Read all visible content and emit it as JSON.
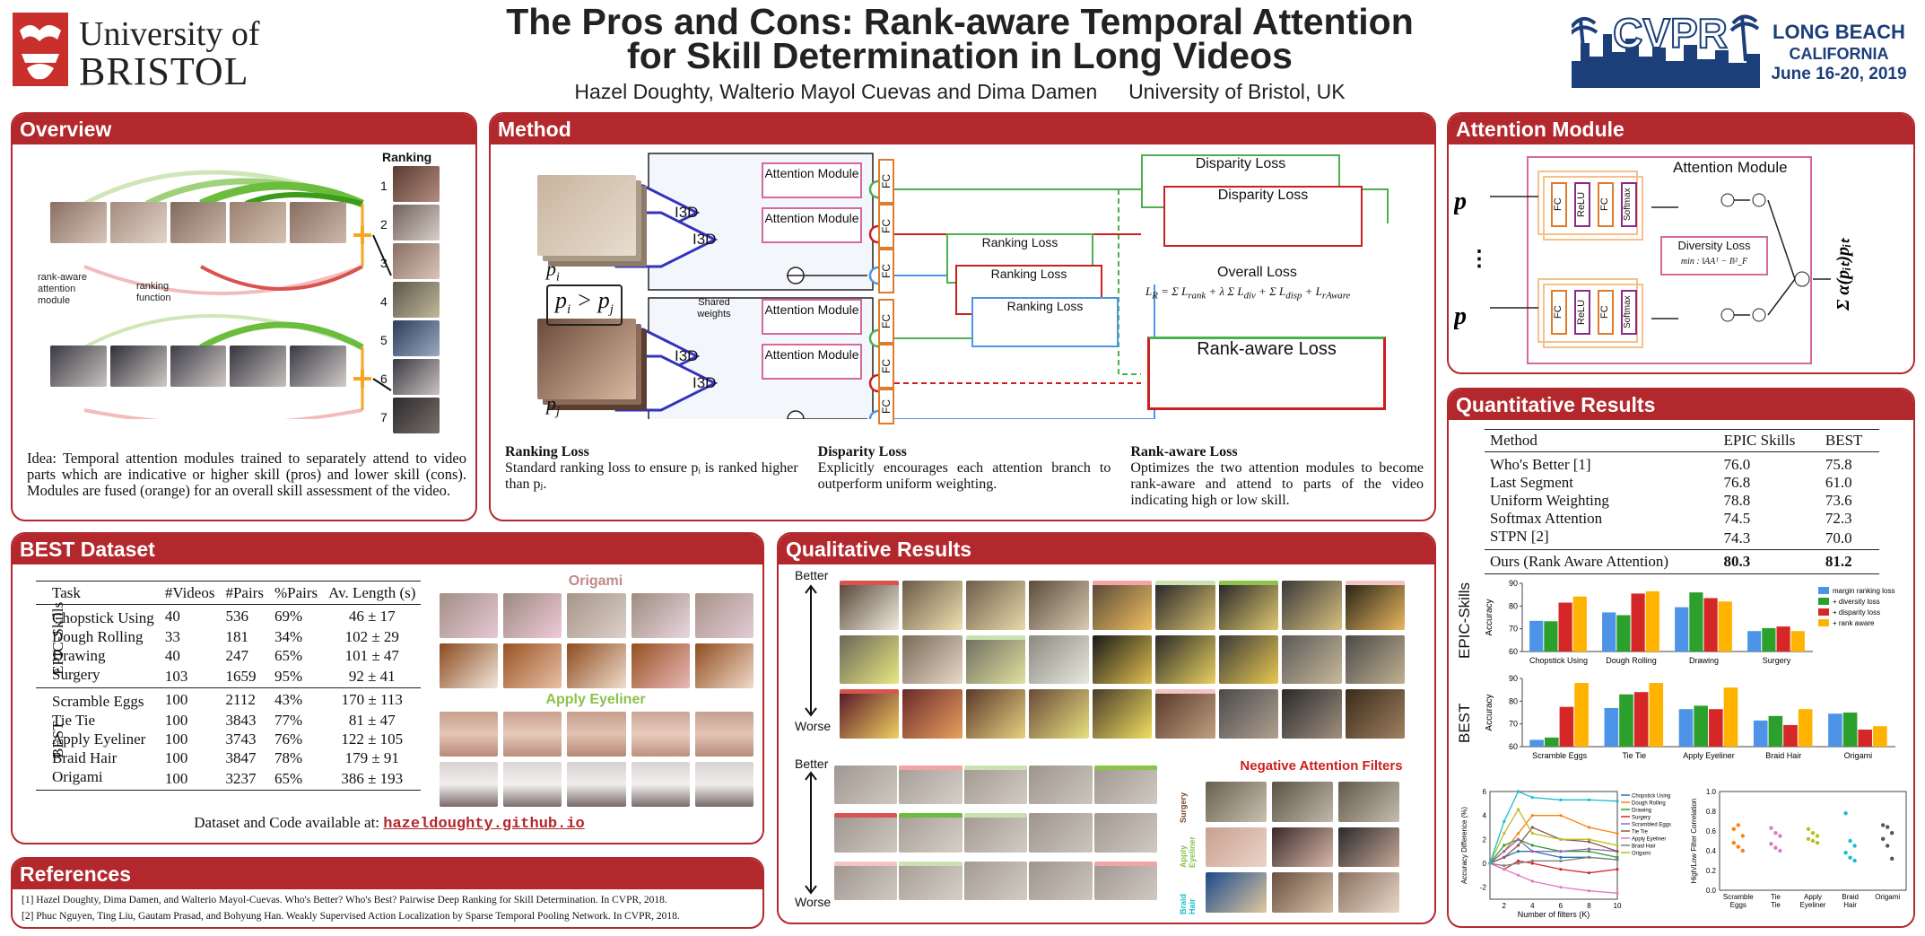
{
  "header": {
    "university_line1": "University of",
    "university_line2": "BRISTOL",
    "title_line1": "The Pros and Cons: Rank-aware Temporal Attention",
    "title_line2": "for Skill Determination in Long Videos",
    "authors": "Hazel Doughty, Walterio Mayol Cuevas and Dima Damen",
    "affiliation": "University of Bristol, UK",
    "conf_logo": "CVPR",
    "conf_location1": "LONG BEACH",
    "conf_location2": "CALIFORNIA",
    "conf_dates": "June 16-20, 2019"
  },
  "overview": {
    "title": "Overview",
    "ranking_label": "Ranking",
    "rank_numbers": [
      "1",
      "2",
      "3",
      "4",
      "5",
      "6",
      "7"
    ],
    "annot_attention": "rank-aware\nattention\nmodule",
    "annot_ranking": "ranking\nfunction",
    "idea_text": "Idea: Temporal attention modules trained to separately attend to video parts which are indicative or higher skill (pros) and lower skill (cons). Modules are fused (orange) for an overall skill assessment of the video."
  },
  "method": {
    "title": "Method",
    "attention_module": "Attention Module",
    "fc": "FC",
    "i3d": "I3D",
    "shared_weights": "Shared weights",
    "pi": "p",
    "pi_sub": "i",
    "pj_sub": "j",
    "pair_label": "p",
    "disparity_loss": "Disparity Loss",
    "ranking_loss": "Ranking Loss",
    "overall_loss": "Overall Loss",
    "rank_aware_loss": "Rank-aware Loss",
    "desc": [
      {
        "head": "Ranking Loss",
        "body": "Standard ranking loss to ensure pᵢ is ranked higher than pⱼ."
      },
      {
        "head": "Disparity Loss",
        "body": "Explicitly encourages each attention branch to outperform uniform weighting."
      },
      {
        "head": "Rank-aware Loss",
        "body": "Optimizes the two attention modules to become rank-aware and attend to parts of the video indicating high or low skill."
      }
    ]
  },
  "attention_module": {
    "title": "Attention Module",
    "inner_title": "Attention Module",
    "fc": "FC",
    "relu": "ReLU",
    "softmax": "Softmax",
    "diversity_loss": "Diversity Loss",
    "diversity_formula": "min : ‖AAᵀ − I‖²_F"
  },
  "quant": {
    "title": "Quantitative Results",
    "headers": [
      "Method",
      "EPIC Skills",
      "BEST"
    ],
    "rows": [
      [
        "Who's Better [1]",
        "76.0",
        "75.8"
      ],
      [
        "Last Segment",
        "76.8",
        "61.0"
      ],
      [
        "Uniform Weighting",
        "78.8",
        "73.6"
      ],
      [
        "Softmax Attention",
        "74.5",
        "72.3"
      ],
      [
        "STPN [2]",
        "74.3",
        "70.0"
      ]
    ],
    "ours": [
      "Ours (Rank Aware Attention)",
      "80.3",
      "81.2"
    ],
    "epic_label": "EPIC-Skills",
    "best_label": "BEST",
    "ylabel": "Accuracy",
    "line_xlabel": "Number of filters (K)",
    "line_ylabel": "Accuracy Difference (%)",
    "scatter_ylabel": "High/Low Filter Correlation"
  },
  "best_dataset": {
    "title": "BEST Dataset",
    "headers": [
      "Task",
      "#Videos",
      "#Pairs",
      "%Pairs",
      "Av. Length (s)"
    ],
    "group1": "EPIC-Skills",
    "group2": "BEST",
    "rows1": [
      [
        "Chopstick Using",
        "40",
        "536",
        "69%",
        "46 ± 17"
      ],
      [
        "Dough Rolling",
        "33",
        "181",
        "34%",
        "102 ± 29"
      ],
      [
        "Drawing",
        "40",
        "247",
        "65%",
        "101 ± 47"
      ],
      [
        "Surgery",
        "103",
        "1659",
        "95%",
        "92 ± 41"
      ]
    ],
    "rows2": [
      [
        "Scramble Eggs",
        "100",
        "2112",
        "43%",
        "170 ± 113"
      ],
      [
        "Tie Tie",
        "100",
        "3843",
        "77%",
        "81 ± 47"
      ],
      [
        "Apply Eyeliner",
        "100",
        "3743",
        "76%",
        "122 ± 105"
      ],
      [
        "Braid Hair",
        "100",
        "3847",
        "78%",
        "179 ± 91"
      ],
      [
        "Origami",
        "100",
        "3237",
        "65%",
        "386 ± 193"
      ]
    ],
    "origami_label": "Origami",
    "eyeliner_label": "Apply Eyeliner",
    "footer_text": "Dataset and Code available at:",
    "footer_link": "hazeldoughty.github.io"
  },
  "qualitative": {
    "title": "Qualitative Results",
    "better": "Better",
    "worse": "Worse",
    "neg_title": "Negative Attention Filters",
    "neg_labels": [
      "Surgery",
      "Apply Eyeliner",
      "Braid Hair"
    ]
  },
  "references": {
    "title": "References",
    "items": [
      "[1]  Hazel Doughty, Dima Damen, and Walterio Mayol-Cuevas. Who's Better? Who's Best? Pairwise Deep Ranking for Skill Determination. In CVPR, 2018.",
      "[2]  Phuc Nguyen, Ting Liu, Gautam Prasad, and Bohyung Han. Weakly Supervised Action Localization by Sparse Temporal Pooling Network. In CVPR, 2018."
    ]
  },
  "chart_data": [
    {
      "type": "bar",
      "title": "",
      "ylabel": "Accuracy",
      "group_label": "EPIC-Skills",
      "categories": [
        "Chopstick Using",
        "Dough Rolling",
        "Drawing",
        "Surgery"
      ],
      "ylim": [
        60,
        90
      ],
      "series": [
        {
          "name": "margin ranking loss",
          "color": "#4d94e8",
          "values": [
            73.5,
            77.2,
            79.5,
            69.0
          ]
        },
        {
          "name": "+ diversity loss",
          "color": "#2ca02c",
          "values": [
            73.3,
            76.0,
            86.0,
            70.3
          ]
        },
        {
          "name": "+ disparity loss",
          "color": "#d62728",
          "values": [
            81.5,
            85.5,
            83.5,
            71.0
          ]
        },
        {
          "name": "+ rank aware",
          "color": "#ffb300",
          "values": [
            84.2,
            86.5,
            82.0,
            69.0
          ]
        }
      ],
      "legend": "top-right"
    },
    {
      "type": "bar",
      "title": "",
      "ylabel": "Accuracy",
      "group_label": "BEST",
      "categories": [
        "Scramble Eggs",
        "Tie Tie",
        "Apply Eyeliner",
        "Braid Hair",
        "Origami"
      ],
      "ylim": [
        60,
        90
      ],
      "series": [
        {
          "name": "margin ranking loss",
          "color": "#4d94e8",
          "values": [
            63.0,
            77.0,
            76.5,
            71.5,
            74.5
          ]
        },
        {
          "name": "+ diversity loss",
          "color": "#2ca02c",
          "values": [
            64.0,
            83.0,
            78.0,
            73.5,
            75.0
          ]
        },
        {
          "name": "+ disparity loss",
          "color": "#d62728",
          "values": [
            77.5,
            84.0,
            76.5,
            69.5,
            67.5
          ]
        },
        {
          "name": "+ rank aware",
          "color": "#ffb300",
          "values": [
            88.0,
            88.0,
            86.0,
            76.5,
            69.0
          ]
        }
      ]
    },
    {
      "type": "line",
      "xlabel": "Number of filters (K)",
      "ylabel": "Accuracy Difference (%)",
      "x": [
        1,
        2,
        3,
        4,
        6,
        8,
        10
      ],
      "ylim": [
        -3,
        6
      ],
      "xlim": [
        1,
        10
      ],
      "series": [
        {
          "name": "Chopstick Using",
          "color": "#1f77b4",
          "values": [
            0,
            0.5,
            1.0,
            1.0,
            0.5,
            0.5,
            0.3
          ]
        },
        {
          "name": "Dough Rolling",
          "color": "#ff7f0e",
          "values": [
            0,
            1.0,
            2.5,
            4.0,
            4.0,
            3.0,
            2.5
          ]
        },
        {
          "name": "Drawing",
          "color": "#2ca02c",
          "values": [
            0,
            1.5,
            2.0,
            1.5,
            1.0,
            1.0,
            0.5
          ]
        },
        {
          "name": "Surgery",
          "color": "#d62728",
          "values": [
            0,
            -0.5,
            0.2,
            0,
            -0.5,
            -0.8,
            -0.5
          ]
        },
        {
          "name": "Scrambled Eggs",
          "color": "#9467bd",
          "values": [
            0,
            1.0,
            2.0,
            1.0,
            1.0,
            1.2,
            1.0
          ]
        },
        {
          "name": "Tie Tie",
          "color": "#8c564b",
          "values": [
            0,
            0.5,
            1.5,
            3.0,
            2.0,
            1.8,
            1.0
          ]
        },
        {
          "name": "Apply Eyeliner",
          "color": "#e377c2",
          "values": [
            0,
            -0.5,
            -1.0,
            -1.5,
            -2.0,
            -2.3,
            -2.5
          ]
        },
        {
          "name": "Braid Hair",
          "color": "#7f7f7f",
          "values": [
            0,
            -0.2,
            0,
            0.2,
            0.2,
            0.5,
            0.3
          ]
        },
        {
          "name": "Origami",
          "color": "#bcbd22",
          "values": [
            0,
            2.5,
            4.5,
            2.5,
            2.0,
            2.0,
            1.5
          ]
        },
        {
          "name": "",
          "color": "#17becf",
          "values": [
            0,
            3.5,
            6.0,
            5.5,
            5.3,
            5.3,
            5.2
          ]
        }
      ]
    },
    {
      "type": "scatter",
      "ylabel": "High/Low Filter Correlation",
      "categories": [
        "Scramble Eggs",
        "Tie Tie",
        "Apply Eyeliner",
        "Braid Hair",
        "Origami"
      ],
      "ylim": [
        0,
        1
      ],
      "series": [
        {
          "name": "Scramble Eggs",
          "color": "#ff7f0e",
          "values": [
            0.62,
            0.66,
            0.55,
            0.48,
            0.44,
            0.4
          ]
        },
        {
          "name": "Tie Tie",
          "color": "#e377c2",
          "values": [
            0.63,
            0.58,
            0.55,
            0.47,
            0.43,
            0.4
          ]
        },
        {
          "name": "Apply Eyeliner",
          "color": "#bcbd22",
          "values": [
            0.62,
            0.58,
            0.55,
            0.52,
            0.5,
            0.48
          ]
        },
        {
          "name": "Braid Hair",
          "color": "#17becf",
          "values": [
            0.78,
            0.5,
            0.45,
            0.38,
            0.33,
            0.3
          ]
        },
        {
          "name": "Origami",
          "color": "#555555",
          "values": [
            0.66,
            0.64,
            0.58,
            0.52,
            0.45,
            0.32
          ]
        }
      ]
    }
  ]
}
